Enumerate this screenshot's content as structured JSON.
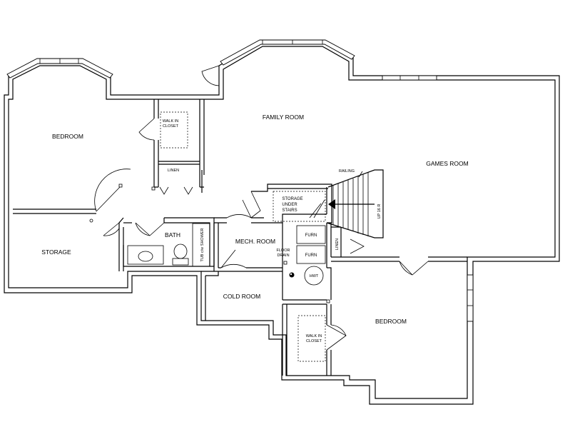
{
  "rooms": {
    "bedroom_1": "BEDROOM",
    "walk_in_closet_1": [
      "WALK IN",
      "CLOSET"
    ],
    "linen_1": "LINEN",
    "family_room": "FAMILY ROOM",
    "games_room": "GAMES ROOM",
    "storage": "STORAGE",
    "bath": "BATH",
    "tub_shower": "TUB c/w SHOWER",
    "storage_under_stairs": [
      "STORAGE",
      "UNDER",
      "STAIRS"
    ],
    "mech_room": "MECH. ROOM",
    "furn_1": "FURN",
    "furn_2": "FURN",
    "floor_drain": [
      "FLOOR",
      "DRAIN"
    ],
    "hwt": "HWT",
    "linen_2": "LINEN",
    "cold_room": "COLD ROOM",
    "bedroom_2": "BEDROOM",
    "walk_in_closet_2": [
      "WALK IN",
      "CLOSET"
    ]
  },
  "annotations": {
    "railing": "RAILING",
    "stairs": "UP 16 R"
  }
}
